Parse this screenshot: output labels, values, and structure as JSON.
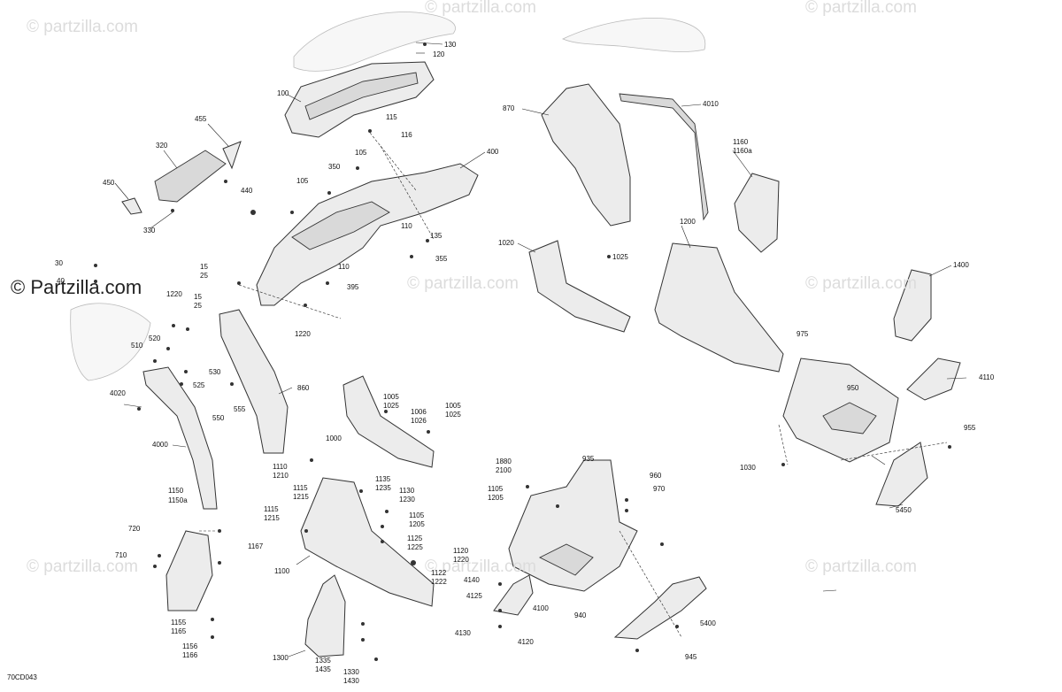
{
  "brand_text": "© Partzilla.com",
  "watermark_text": "© partzilla.com",
  "diagram_code": "70CD043",
  "callouts": [
    "130",
    "120",
    "100",
    "115",
    "116",
    "105",
    "350",
    "105",
    "400",
    "870",
    "4010",
    "1160",
    "1160a",
    "455",
    "320",
    "450",
    "330",
    "440",
    "110",
    "135",
    "355",
    "110",
    "395",
    "1220",
    "1020",
    "1025",
    "1200",
    "1400",
    "30",
    "40",
    "15",
    "25",
    "1220",
    "15",
    "25",
    "520",
    "510",
    "530",
    "525",
    "550",
    "555",
    "860",
    "4020",
    "975",
    "950",
    "4110",
    "1005",
    "1025",
    "1006",
    "1026",
    "1005",
    "1025",
    "1000",
    "4000",
    "955",
    "1030",
    "1110",
    "1210",
    "1135",
    "1235",
    "1880",
    "2100",
    "935",
    "960",
    "970",
    "1115",
    "1215",
    "1130",
    "1230",
    "1105",
    "1205",
    "1115",
    "1215",
    "1105",
    "1205",
    "1125",
    "1225",
    "1150",
    "1150a",
    "720",
    "710",
    "1167",
    "1100",
    "1120",
    "1220",
    "1122",
    "1222",
    "4140",
    "4125",
    "4100",
    "940",
    "5450",
    "5400",
    "4130",
    "4120",
    "1155",
    "1165",
    "1156",
    "1166",
    "1300",
    "1335",
    "1435",
    "1330",
    "1430",
    "945"
  ]
}
